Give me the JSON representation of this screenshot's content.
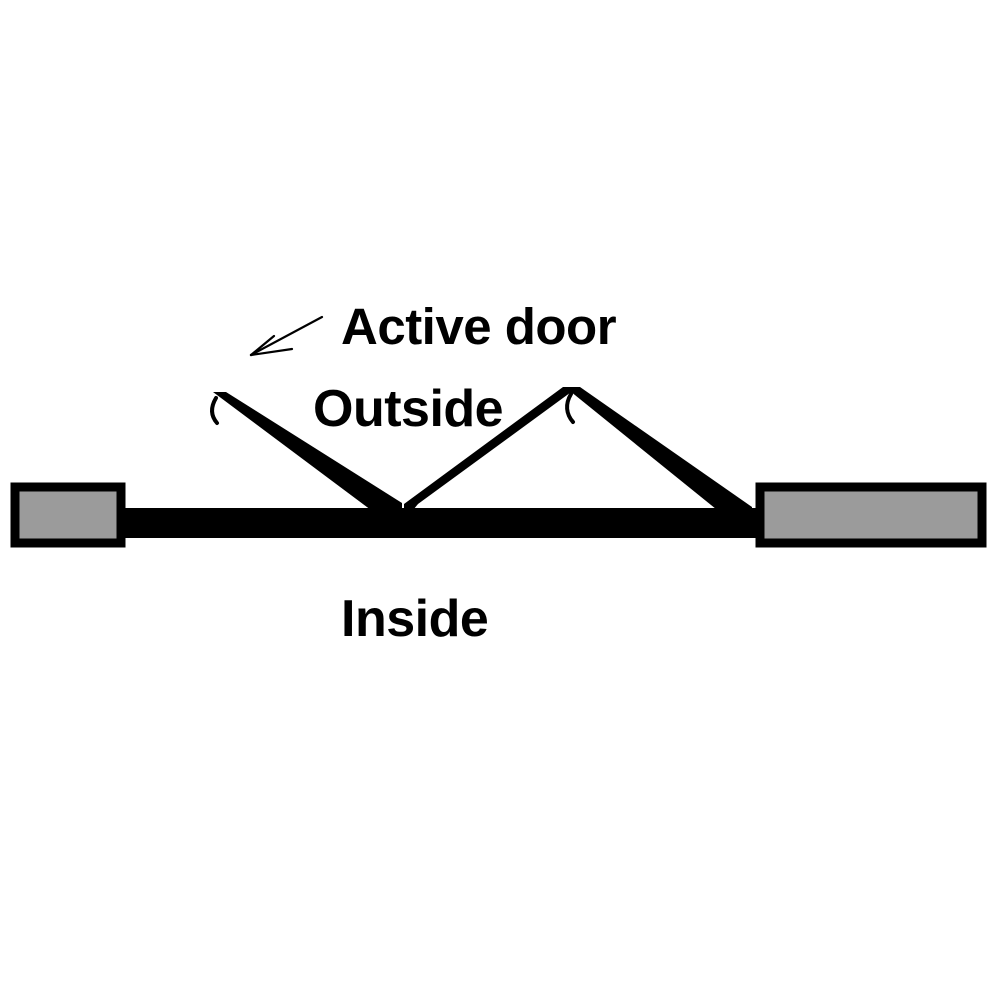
{
  "diagram": {
    "title": "Active door swing plan detail",
    "type": "architectural-plan-detail",
    "background_color": "#ffffff",
    "labels": {
      "active_door": "Active door",
      "outside": "Outside",
      "inside": "Inside"
    },
    "colors": {
      "stroke": "#000000",
      "wall_fill": "#9b9b9b",
      "door_fill": "#000000"
    },
    "parts": {
      "left_wall_label": "left-wall-block",
      "right_wall_label": "right-wall-block",
      "threshold_label": "door-threshold-bar",
      "active_door_panel_label": "active-door-panel",
      "inactive_door_panel_left_label": "inactive-door-panel-left",
      "inactive_door_panel_right_label": "inactive-door-panel-right",
      "hinge_left_label": "hinge-mark-left",
      "hinge_right_label": "hinge-mark-right",
      "leader_label": "leader-arrow"
    }
  }
}
